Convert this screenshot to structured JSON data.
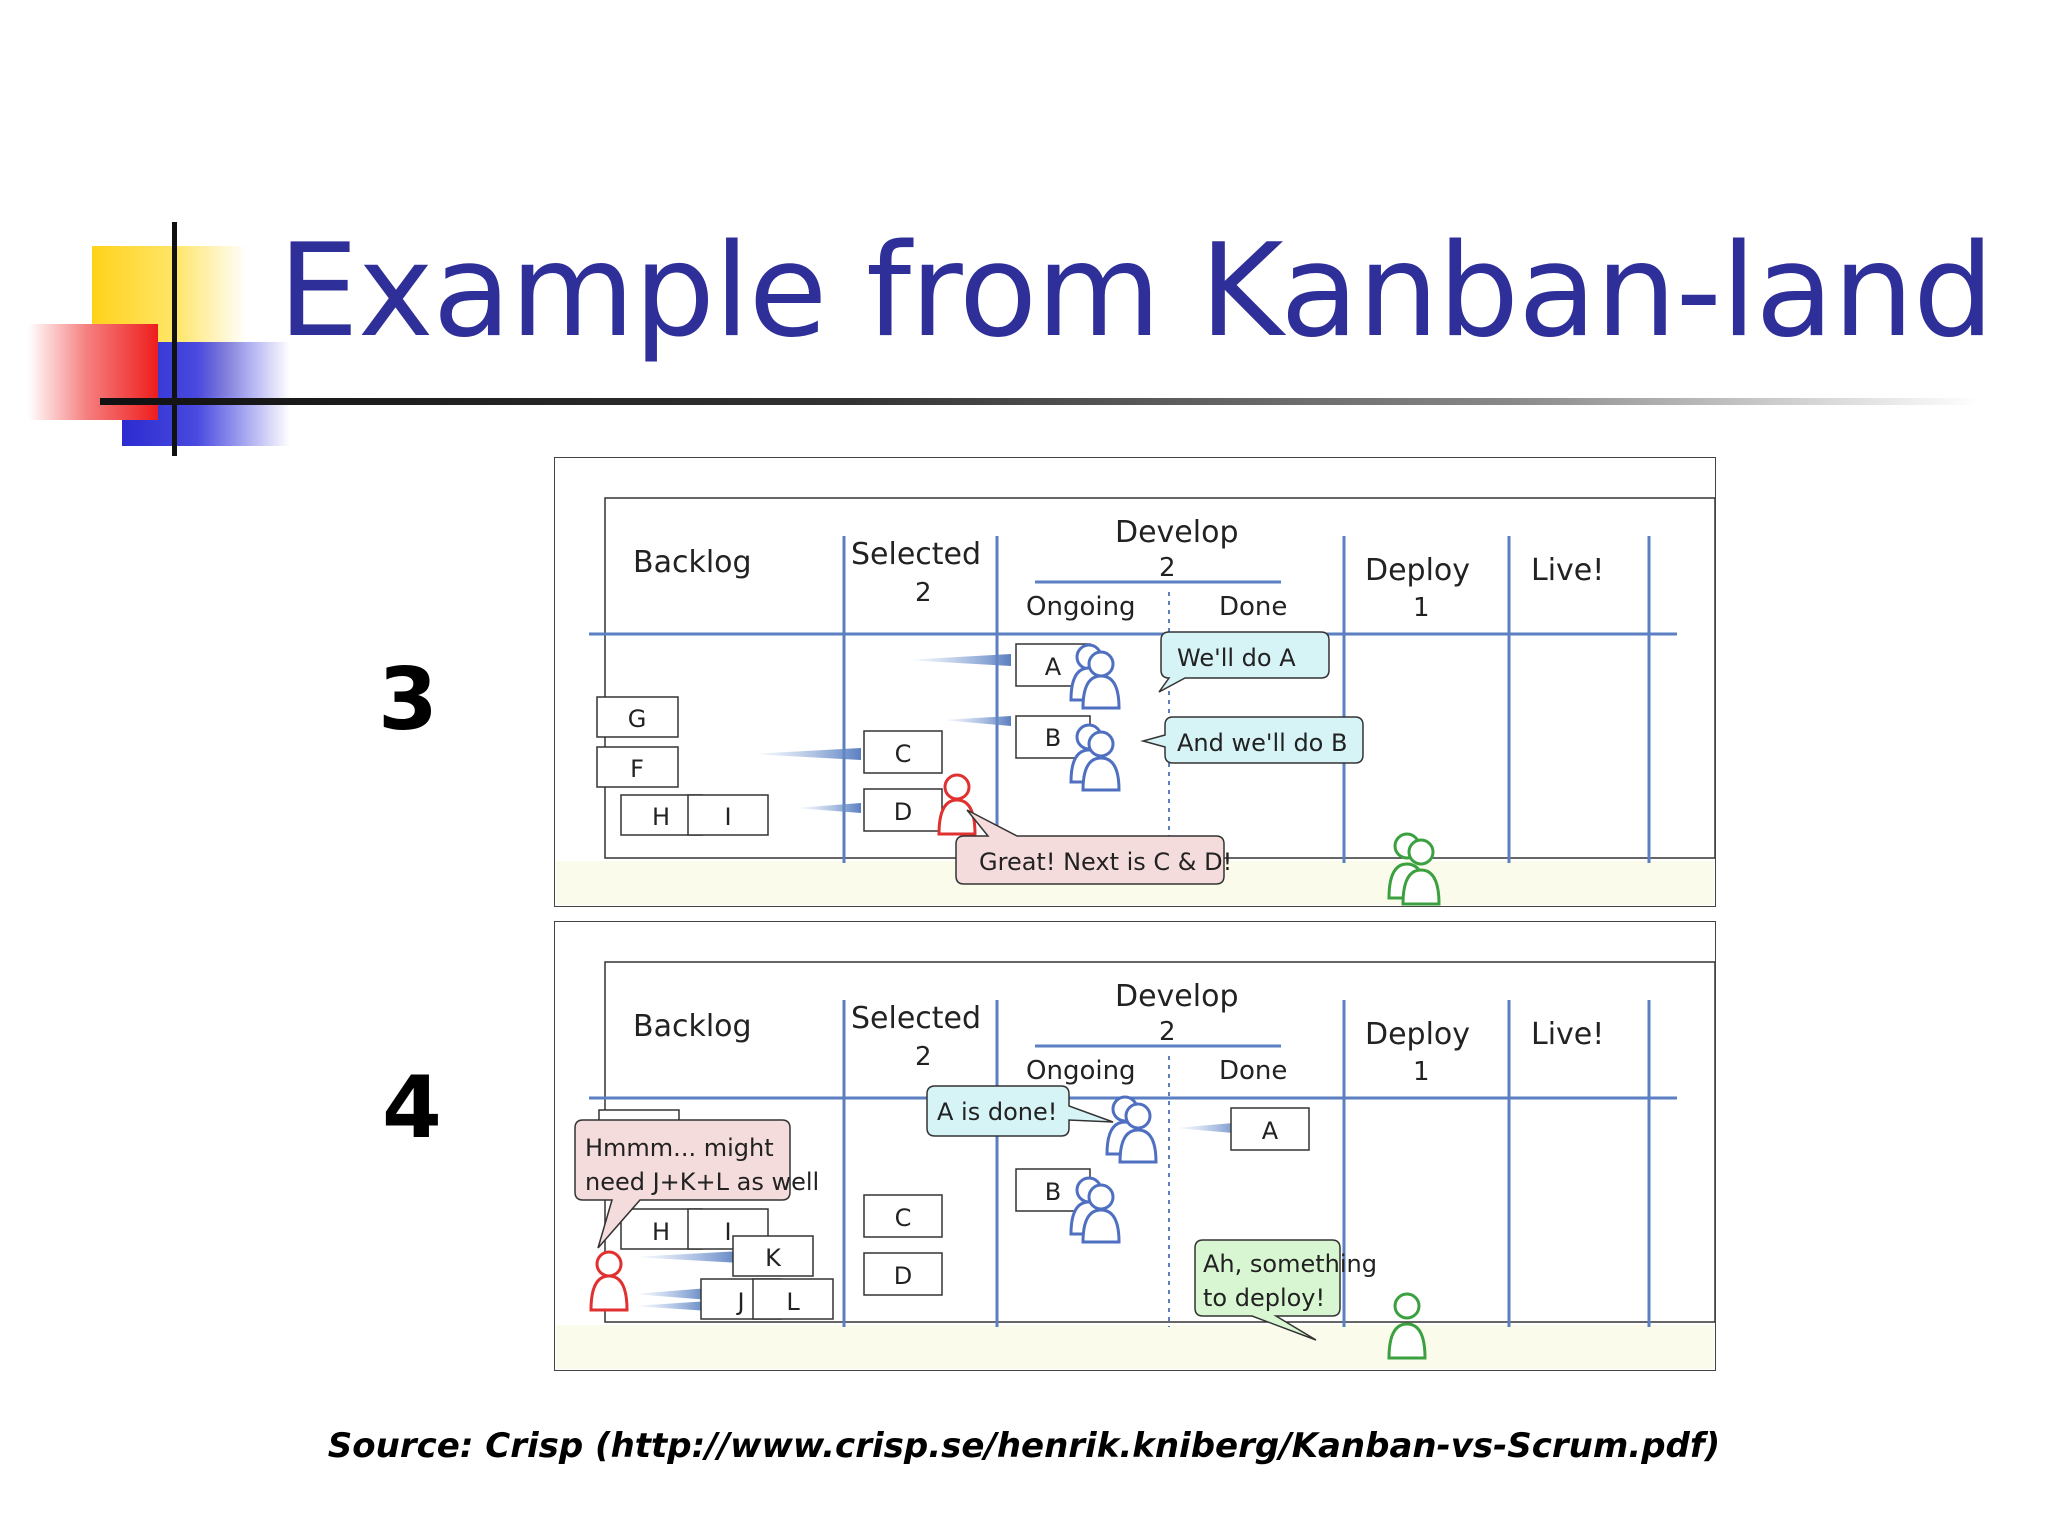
{
  "slide": {
    "title": "Example from Kanban-land",
    "source": "Source: Crisp (http://www.crisp.se/henrik.kniberg/Kanban-vs-Scrum.pdf)",
    "colors": {
      "title": "#2f2f9a",
      "line_blue": "#5b7fc0",
      "bubble_blue": "#d6f3f6",
      "bubble_pink": "#f5dcdc",
      "bubble_green": "#d9f6d2"
    }
  },
  "columns": {
    "backlog": "Backlog",
    "selected": "Selected",
    "selected_limit": "2",
    "develop": "Develop",
    "develop_limit": "2",
    "ongoing": "Ongoing",
    "done": "Done",
    "deploy": "Deploy",
    "deploy_limit": "1",
    "live": "Live!"
  },
  "step3": {
    "number": "3",
    "cards": {
      "g": "G",
      "f": "F",
      "h": "H",
      "i": "I",
      "c": "C",
      "d": "D",
      "a": "A",
      "b": "B"
    },
    "bubbles": {
      "do_a": "We'll do A",
      "do_b": "And we'll do B",
      "next": "Great! Next is C & D!"
    }
  },
  "step4": {
    "number": "4",
    "cards": {
      "h": "H",
      "i": "I",
      "k": "K",
      "j": "J",
      "l": "L",
      "c": "C",
      "d": "D",
      "a": "A",
      "b": "B"
    },
    "bubbles": {
      "done": "A is done!",
      "hmm_1": "Hmmm... might",
      "hmm_2": "need J+K+L as well",
      "deploy_1": "Ah, something",
      "deploy_2": "to deploy!"
    }
  }
}
